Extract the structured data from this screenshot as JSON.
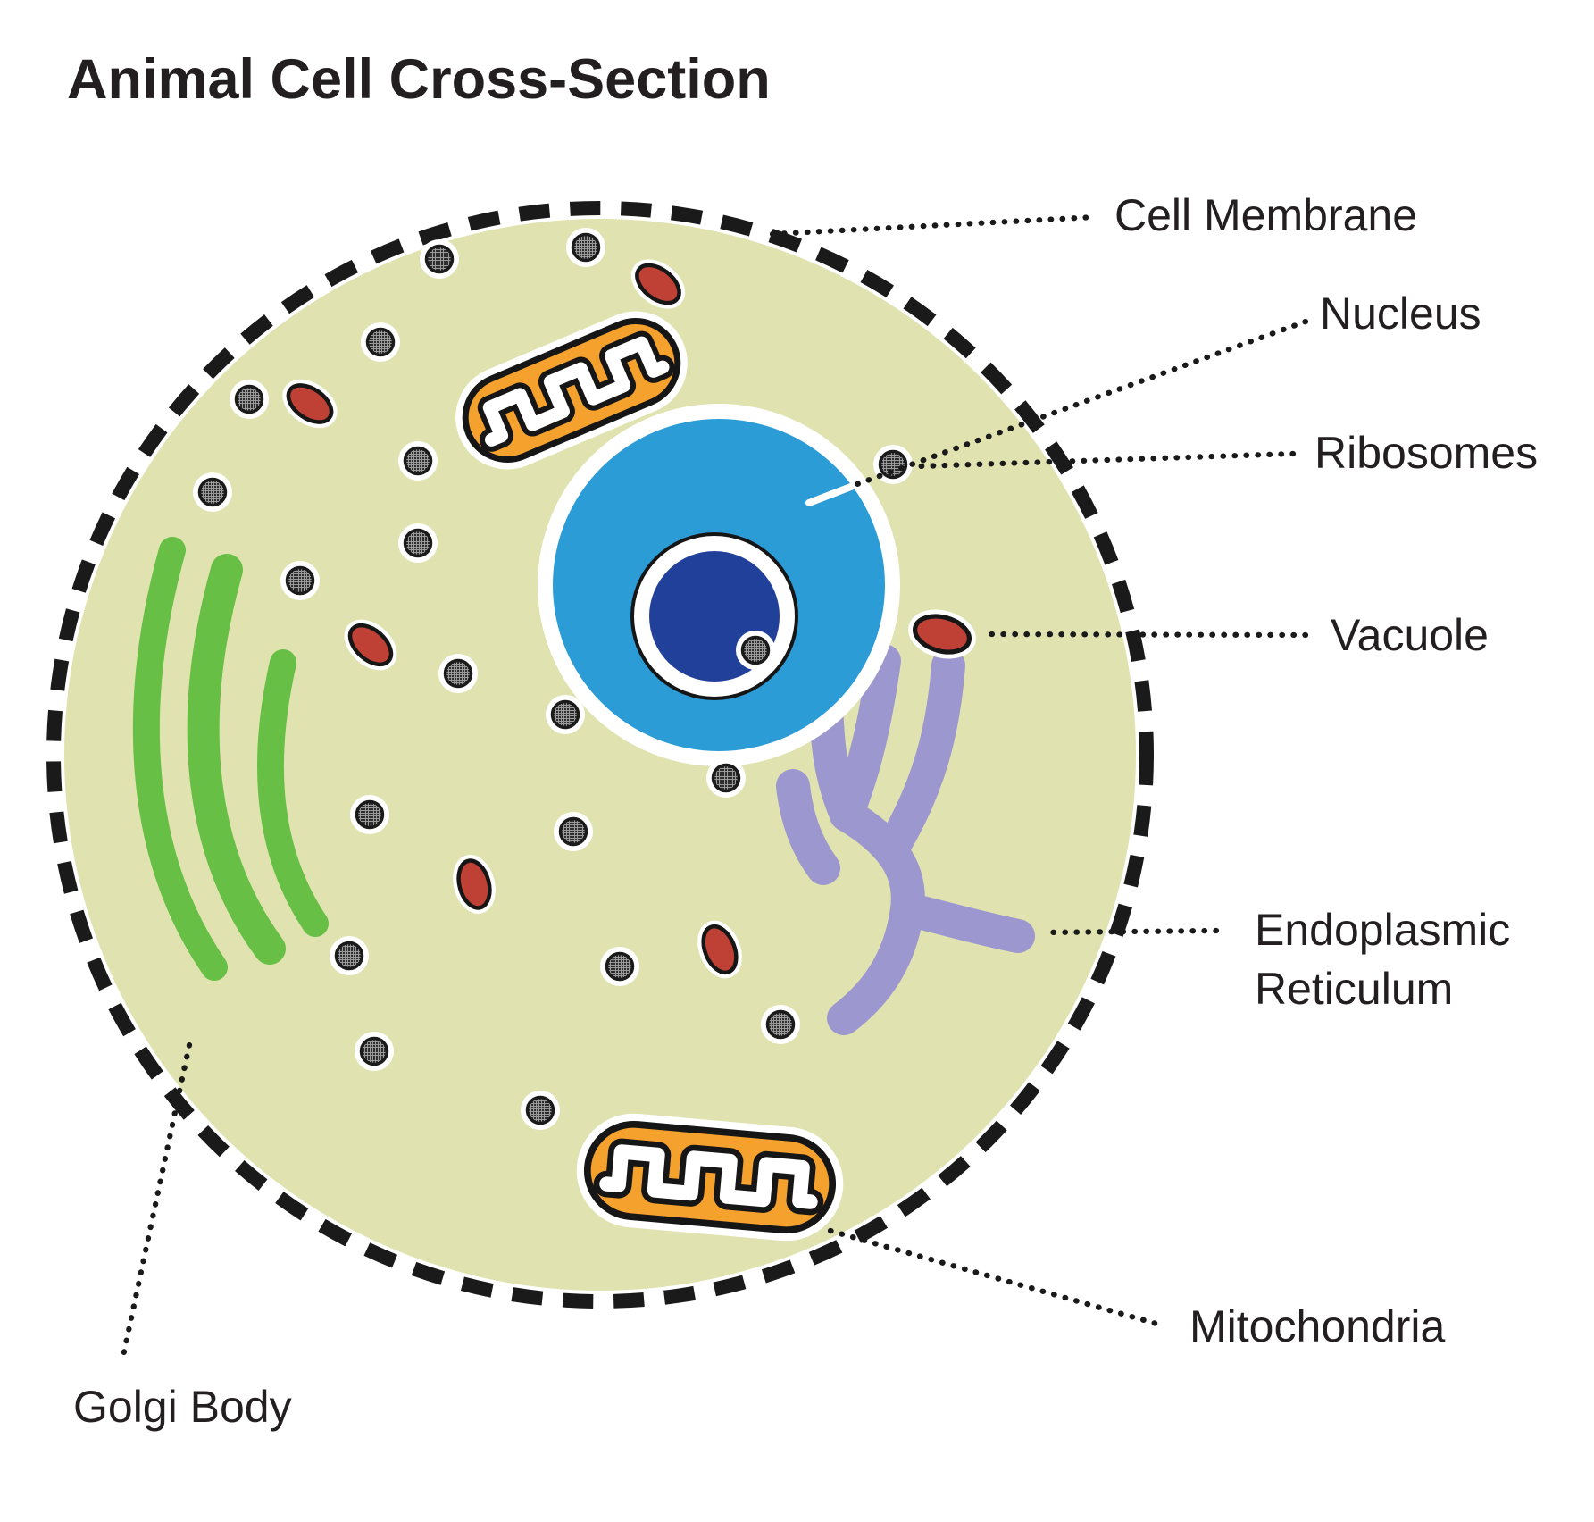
{
  "title": "Animal Cell Cross-Section",
  "labels": {
    "cell_membrane": "Cell Membrane",
    "nucleus": "Nucleus",
    "ribosomes": "Ribosomes",
    "vacuole": "Vacuole",
    "endoplasmic_reticulum_line1": "Endoplasmic",
    "endoplasmic_reticulum_line2": "Reticulum",
    "mitochondria": "Mitochondria",
    "golgi_body": "Golgi Body"
  },
  "colors": {
    "cytoplasm": "#e0e3af",
    "membrane": "#1a1a1a",
    "nucleus": "#2b9cd6",
    "nucleolus": "#21409a",
    "mitochondria": "#f5a12d",
    "vacuole": "#bf4136",
    "golgi": "#67bf45",
    "er": "#9d97cf",
    "ribosome": "#2e2e2e",
    "text": "#231f20"
  }
}
